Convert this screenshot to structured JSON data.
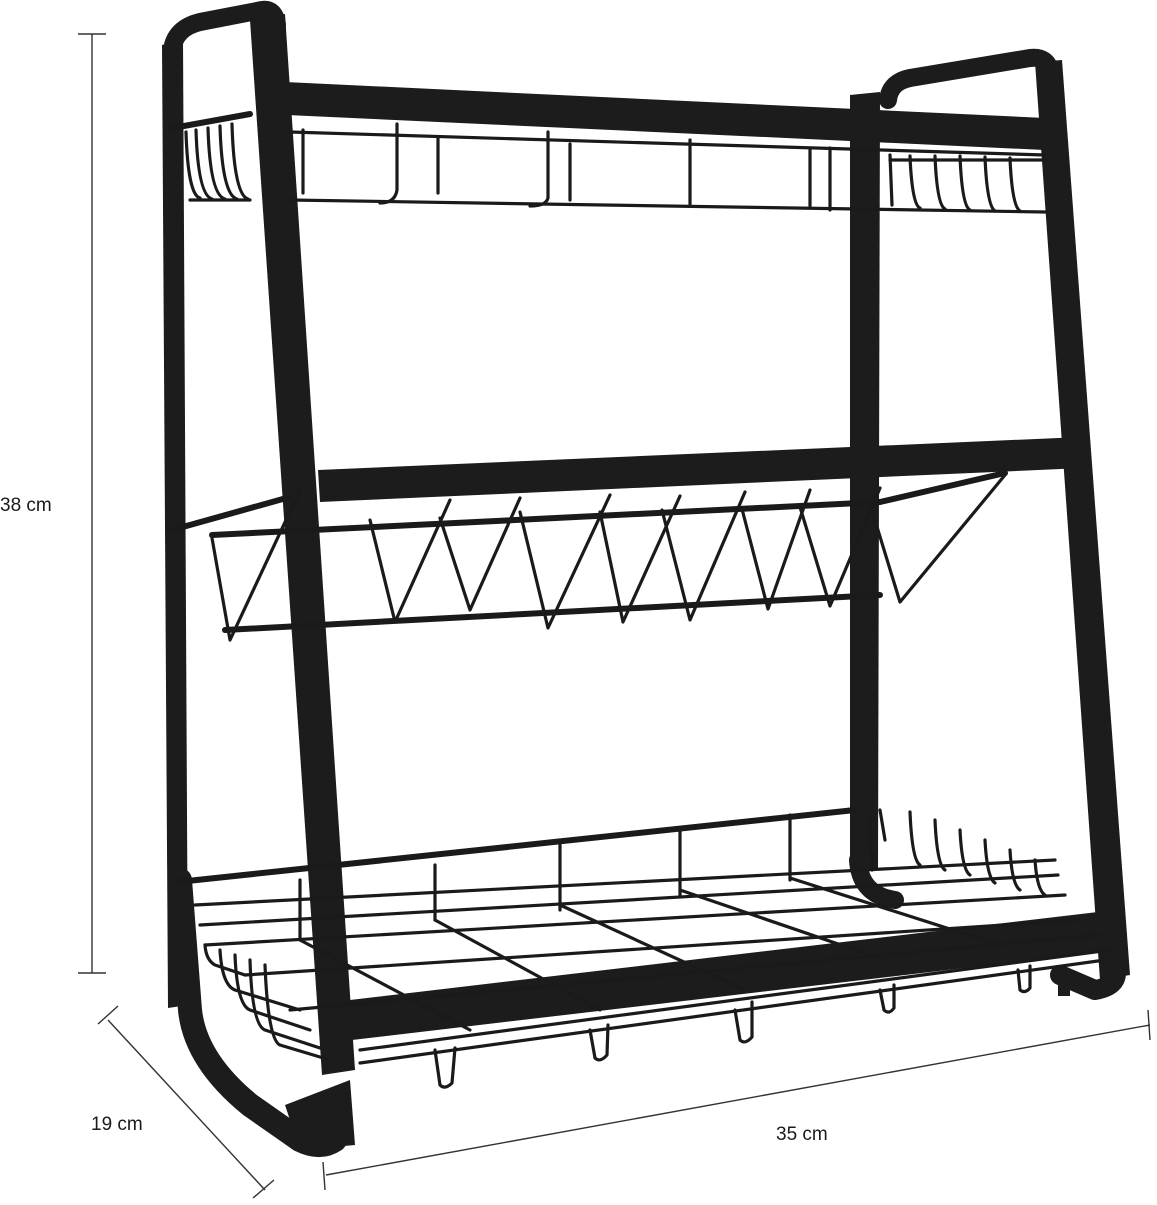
{
  "product": {
    "name": "Three-tier metal spice rack",
    "color": "#1c1c1c",
    "tiers": 3
  },
  "dimensions": {
    "height": {
      "value": 38,
      "unit": "cm",
      "label": "38 cm"
    },
    "depth": {
      "value": 19,
      "unit": "cm",
      "label": "19 cm"
    },
    "width": {
      "value": 35,
      "unit": "cm",
      "label": "35 cm"
    }
  },
  "colors": {
    "background": "#ffffff",
    "frame": "#1c1c1c",
    "dimension_line": "#333333",
    "label_text": "#1a1a1a"
  }
}
